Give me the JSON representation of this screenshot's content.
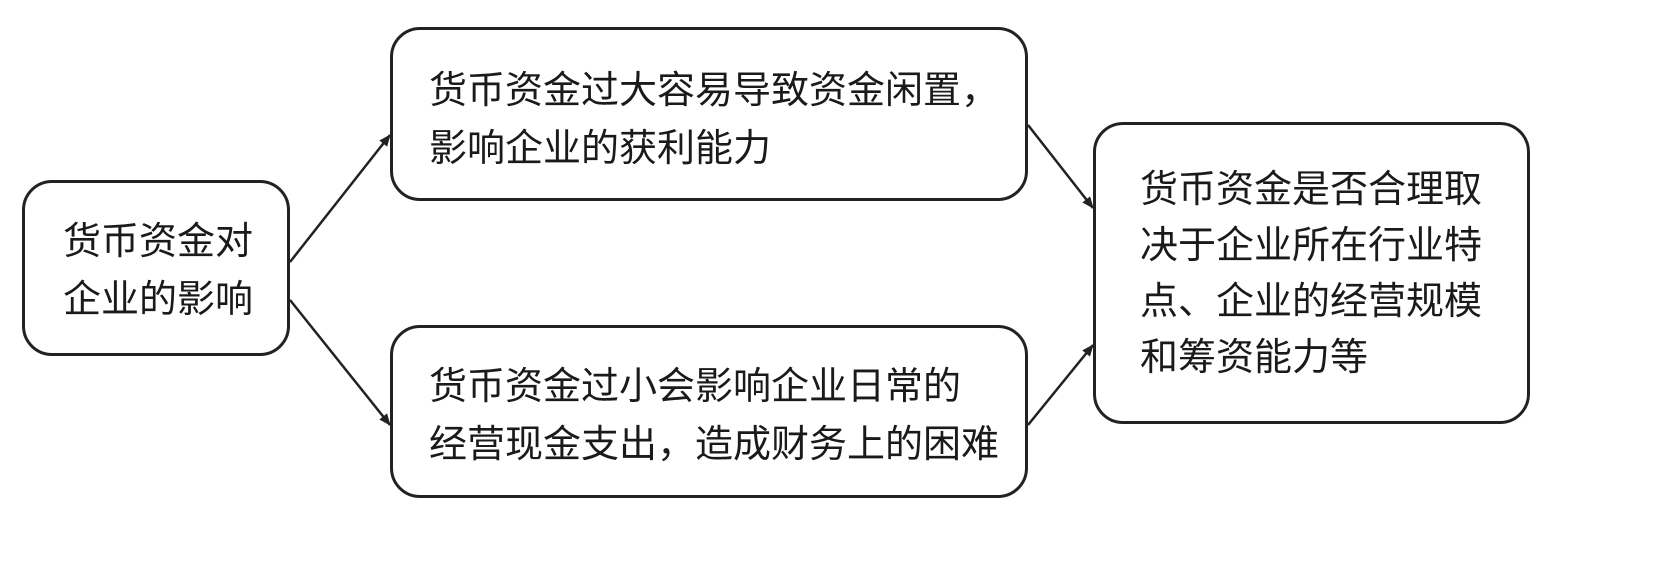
{
  "diagram": {
    "source": {
      "lines": [
        "货币资金对",
        "企业的影响"
      ]
    },
    "too_large": {
      "lines": [
        "货币资金过大容易导致资金闲置，",
        "影响企业的获利能力"
      ]
    },
    "too_small": {
      "lines": [
        "货币资金过小会影响企业日常的",
        "经营现金支出，造成财务上的困难"
      ]
    },
    "conclusion": {
      "lines": [
        "货币资金是否合理取",
        "决于企业所在行业特",
        "点、企业的经营规模",
        "和筹资能力等"
      ]
    }
  }
}
